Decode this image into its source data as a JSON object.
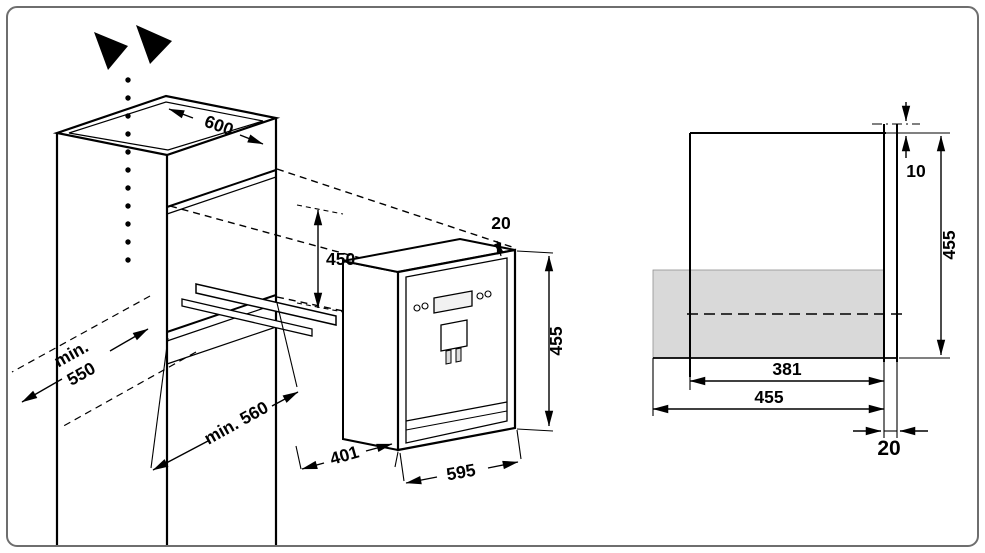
{
  "colors": {
    "background": "#ffffff",
    "frame_border": "#6e6e6e",
    "line": "#000000",
    "appliance_section_fill": "#d9d9d9"
  },
  "left_view": {
    "dim_cabinet_width": "600",
    "dim_niche_height": "450",
    "dim_top_clearance": "20",
    "dim_appliance_height": "455",
    "dim_min_depth_prefix": "min.",
    "dim_min_depth_value": "550",
    "dim_min_niche_depth": "min. 560",
    "dim_appliance_body_depth": "401",
    "dim_appliance_width": "595"
  },
  "right_view": {
    "dim_top_gap": "10",
    "dim_niche_height": "455",
    "dim_inner_depth": "381",
    "dim_total_depth": "455",
    "dim_front_overhang": "20"
  },
  "icons": {
    "ventilation_arrows": "airflow-up-arrows",
    "airflow_dots": "dotted-airflow-path"
  }
}
